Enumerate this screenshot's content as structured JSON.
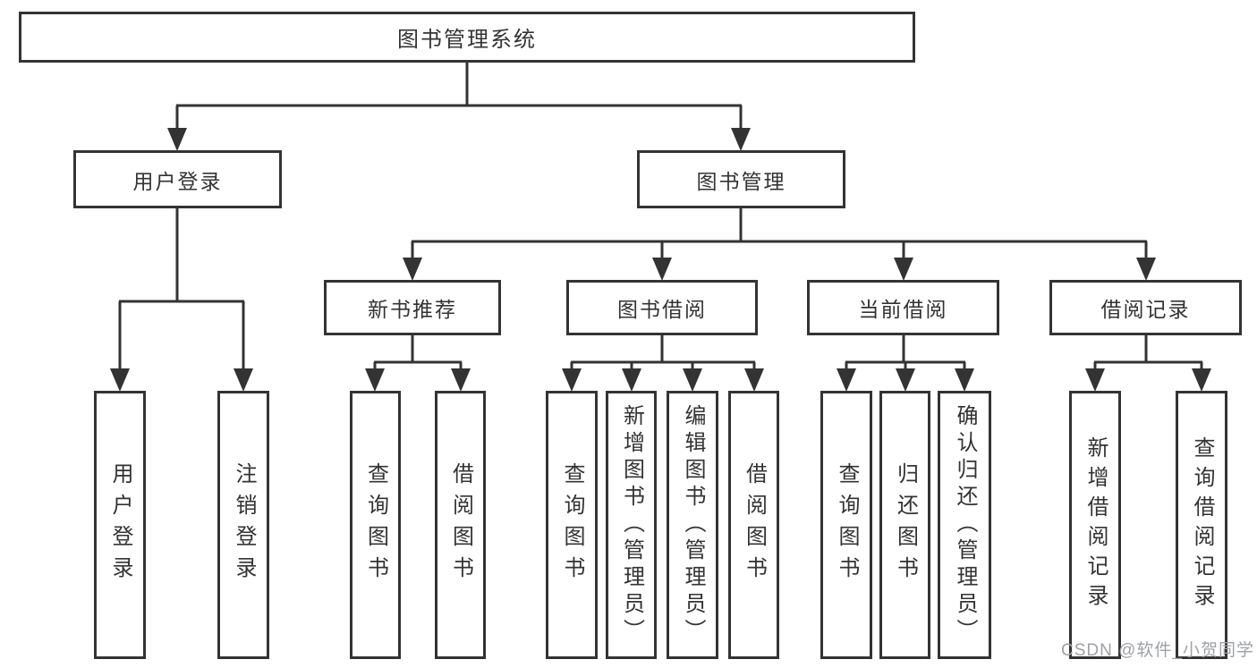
{
  "diagram": {
    "root": {
      "label": "图书管理系统"
    },
    "branches": [
      {
        "label": "用户登录",
        "leaves": [
          {
            "label": "用户登录"
          },
          {
            "label": "注销登录"
          }
        ]
      },
      {
        "label": "图书管理",
        "modules": [
          {
            "label": "新书推荐",
            "leaves": [
              {
                "label": "查询图书"
              },
              {
                "label": "借阅图书"
              }
            ]
          },
          {
            "label": "图书借阅",
            "leaves": [
              {
                "label": "查询图书"
              },
              {
                "label": "新增图书（管理员）"
              },
              {
                "label": "编辑图书（管理员）"
              },
              {
                "label": "借阅图书"
              }
            ]
          },
          {
            "label": "当前借阅",
            "leaves": [
              {
                "label": "查询图书"
              },
              {
                "label": "归还图书"
              },
              {
                "label": "确认归还（管理员）"
              }
            ]
          },
          {
            "label": "借阅记录",
            "leaves": [
              {
                "label": "新增借阅记录"
              },
              {
                "label": "查询借阅记录"
              }
            ]
          }
        ]
      }
    ]
  },
  "watermark": {
    "text": "CSDN @软件_小贺同学"
  },
  "colors": {
    "line": "#333333",
    "box_border": "#333333",
    "box_background": "#ffffff",
    "watermark_text": "#9fa1a6"
  }
}
